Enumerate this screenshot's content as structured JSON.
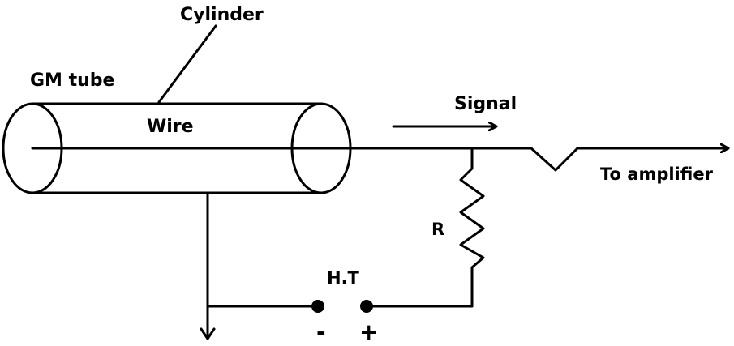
{
  "labels": {
    "cylinder": "Cylinder",
    "gm_tube": "GM tube",
    "wire": "Wire",
    "signal": "Signal",
    "to_amplifier": "To amplifier",
    "resistor": "R",
    "high_tension": "H.T",
    "negative": "-",
    "positive": "+"
  },
  "colors": {
    "stroke": "#000000",
    "background": "#ffffff"
  }
}
